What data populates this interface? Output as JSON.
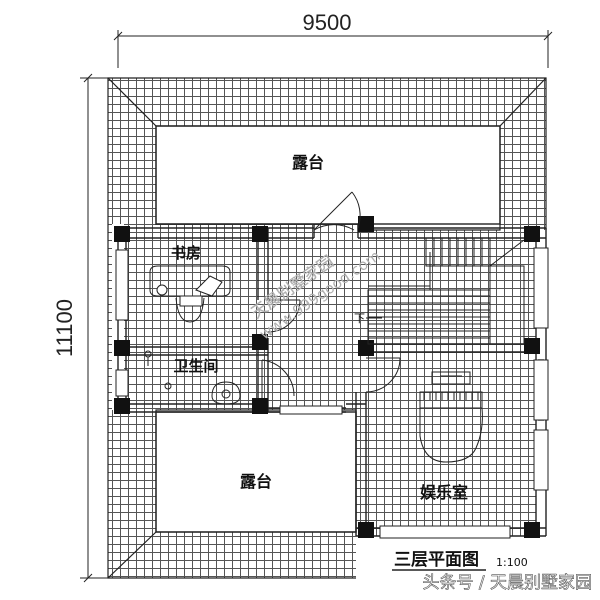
{
  "dimensions": {
    "width_label": "9500",
    "height_label": "11100"
  },
  "rooms": {
    "upper_terrace": "露台",
    "study": "书房",
    "bathroom": "卫生间",
    "lower_terrace": "露台",
    "entertainment": "娱乐室"
  },
  "stair": {
    "down_label": "下"
  },
  "plan_title": {
    "label": "三层平面图",
    "scale": "1:100"
  },
  "watermarks": {
    "brand": "天晨别墅家园",
    "url": "www.999good.com",
    "corner": "头条号 / 天晨别墅家园"
  },
  "colors": {
    "line": "#222222",
    "tile": "#555555",
    "background": "#ffffff",
    "watermark": "#b8b8b8"
  }
}
